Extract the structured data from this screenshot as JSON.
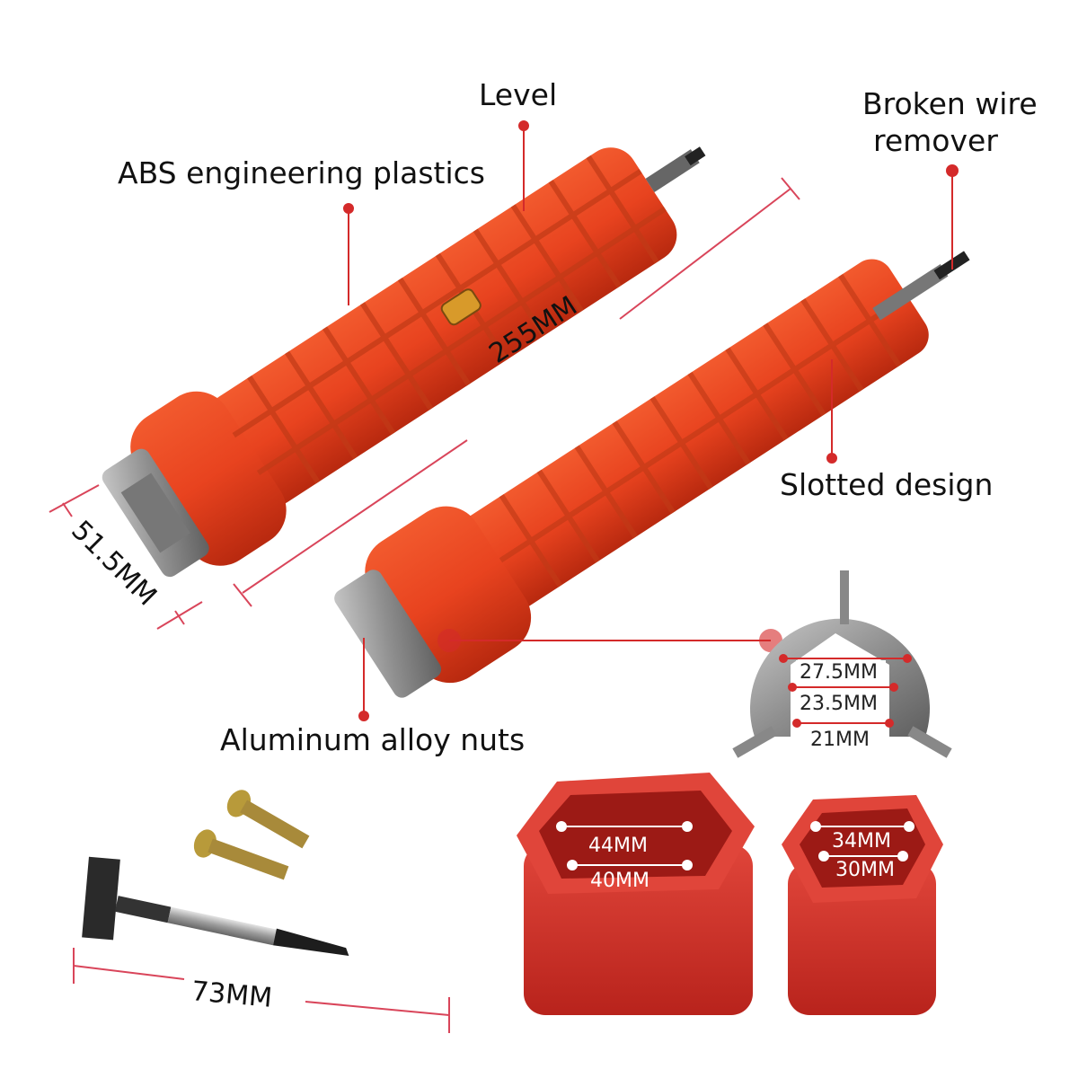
{
  "product": {
    "callouts": {
      "level": "Level",
      "abs_plastics": "ABS engineering plastics",
      "broken_wire_remover_line1": "Broken wire",
      "broken_wire_remover_line2": "remover",
      "slotted_design": "Slotted design",
      "aluminum_nuts": "Aluminum alloy nuts"
    },
    "dimensions": {
      "length": "255MM",
      "diameter": "51.5MM",
      "rod_length": "73MM",
      "nut_inner": [
        "27.5MM",
        "23.5MM",
        "21MM"
      ],
      "large_adapter": [
        "44MM",
        "40MM"
      ],
      "small_adapter": [
        "34MM",
        "30MM"
      ]
    },
    "colors": {
      "tool_body": "#e8431f",
      "tool_shadow": "#b8290f",
      "adapter": "#d4302a",
      "metal": "#9a9a9a",
      "callout_line": "#d42a2a",
      "dim_line": "#d9455a",
      "text": "#111111"
    }
  }
}
